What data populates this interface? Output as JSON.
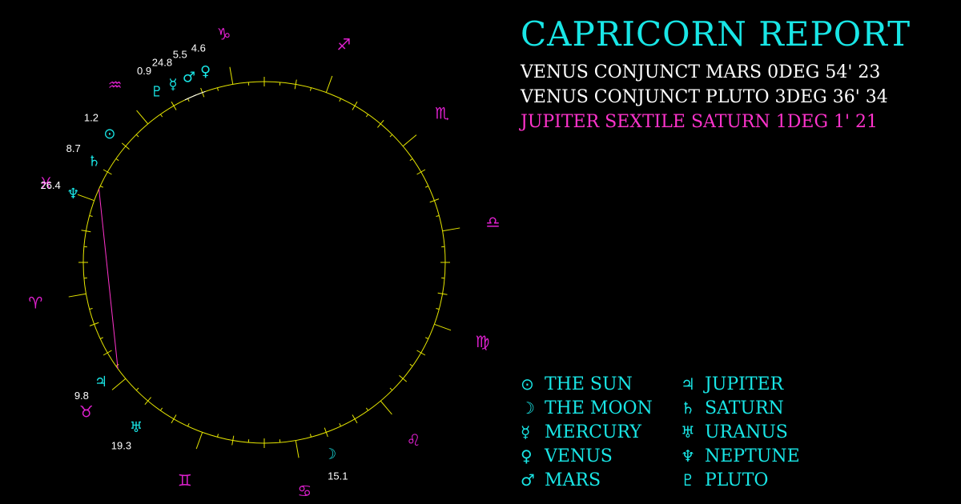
{
  "title": "CAPRICORN REPORT",
  "colors": {
    "title": "#19e6e6",
    "aspect_major": "#ffffff",
    "aspect_minor": "#ff33cc",
    "planet": "#19e6e6",
    "sign": "#e020d0",
    "wheel": "#e6e600",
    "degree": "#ffffff"
  },
  "aspects": [
    {
      "text": "VENUS CONJUNCT MARS 0DEG 54' 23",
      "color": "#ffffff"
    },
    {
      "text": "VENUS CONJUNCT PLUTO 3DEG 36' 34",
      "color": "#ffffff"
    },
    {
      "text": "JUPITER SEXTILE SATURN 1DEG 1' 21",
      "color": "#ff33cc"
    }
  ],
  "signs": [
    {
      "name": "capricorn",
      "glyph": "♑",
      "angle": 100
    },
    {
      "name": "sagittarius",
      "glyph": "♐",
      "angle": 70
    },
    {
      "name": "scorpio",
      "glyph": "♏",
      "angle": 40
    },
    {
      "name": "libra",
      "glyph": "♎",
      "angle": 10
    },
    {
      "name": "virgo",
      "glyph": "♍",
      "angle": -20
    },
    {
      "name": "leo",
      "glyph": "♌",
      "angle": -50
    },
    {
      "name": "cancer",
      "glyph": "♋",
      "angle": -80
    },
    {
      "name": "gemini",
      "glyph": "♊",
      "angle": -110
    },
    {
      "name": "taurus",
      "glyph": "♉",
      "angle": -140
    },
    {
      "name": "aries",
      "glyph": "♈",
      "angle": -170
    },
    {
      "name": "pisces",
      "glyph": "♓",
      "angle": 160
    },
    {
      "name": "aquarius",
      "glyph": "♒",
      "angle": 130
    }
  ],
  "planets": [
    {
      "name": "pluto",
      "glyph": "♇",
      "angle": 122,
      "degree": "0.9"
    },
    {
      "name": "mercury",
      "glyph": "☿",
      "angle": 117,
      "degree": "24.8"
    },
    {
      "name": "mars",
      "glyph": "♂",
      "angle": 112,
      "degree": "5.5"
    },
    {
      "name": "venus",
      "glyph": "♀",
      "angle": 107,
      "degree": "4.6"
    },
    {
      "name": "sun",
      "glyph": "⊙",
      "angle": 140,
      "degree": "1.2"
    },
    {
      "name": "saturn",
      "glyph": "♄",
      "angle": 149,
      "degree": "8.7"
    },
    {
      "name": "neptune",
      "glyph": "♆",
      "angle": 160,
      "degree": "26.4"
    },
    {
      "name": "jupiter",
      "glyph": "♃",
      "angle": -144,
      "degree": "9.8"
    },
    {
      "name": "uranus",
      "glyph": "♅",
      "angle": -128,
      "degree": "19.3"
    },
    {
      "name": "moon",
      "glyph": "☽",
      "angle": -71,
      "degree": "15.1"
    }
  ],
  "aspect_lines": [
    {
      "from_angle": 156,
      "to_angle": -144,
      "color": "#ff33cc"
    },
    {
      "from_angle": 116,
      "to_angle": 112,
      "color": "#ffffff"
    },
    {
      "from_angle": 113,
      "to_angle": 109,
      "color": "#ffffff"
    }
  ],
  "legend": [
    {
      "glyph": "⊙",
      "label": "THE SUN"
    },
    {
      "glyph": "☽",
      "label": "THE MOON"
    },
    {
      "glyph": "☿",
      "label": "MERCURY"
    },
    {
      "glyph": "♀",
      "label": "VENUS"
    },
    {
      "glyph": "♂",
      "label": "MARS"
    },
    {
      "glyph": "♃",
      "label": "JUPITER"
    },
    {
      "glyph": "♄",
      "label": "SATURN"
    },
    {
      "glyph": "♅",
      "label": "URANUS"
    },
    {
      "glyph": "♆",
      "label": "NEPTUNE"
    },
    {
      "glyph": "♇",
      "label": "PLUTO"
    }
  ]
}
